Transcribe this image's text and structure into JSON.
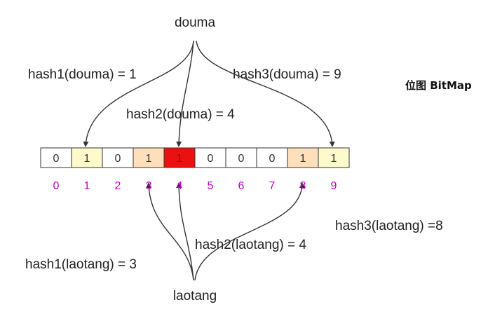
{
  "title": "位图 BitMap",
  "sources": {
    "top": "douma",
    "bottom": "laotang"
  },
  "hash_labels": {
    "douma_hash1": "hash1(douma) = 1",
    "douma_hash2": "hash2(douma) = 4",
    "douma_hash3": "hash3(douma) = 9",
    "laotang_hash1": "hash1(laotang) = 3",
    "laotang_hash2": "hash2(laotang) = 4",
    "laotang_hash3": "hash3(laotang) =8"
  },
  "bitmap": {
    "cells": [
      {
        "index": "0",
        "value": "0",
        "fill": "#ffffff"
      },
      {
        "index": "1",
        "value": "1",
        "fill": "#fdfacc"
      },
      {
        "index": "2",
        "value": "0",
        "fill": "#ffffff"
      },
      {
        "index": "3",
        "value": "1",
        "fill": "#fde0bb"
      },
      {
        "index": "4",
        "value": "1",
        "fill": "#ec1010"
      },
      {
        "index": "5",
        "value": "0",
        "fill": "#ffffff"
      },
      {
        "index": "6",
        "value": "0",
        "fill": "#ffffff"
      },
      {
        "index": "7",
        "value": "0",
        "fill": "#ffffff"
      },
      {
        "index": "8",
        "value": "1",
        "fill": "#fde0bb"
      },
      {
        "index": "9",
        "value": "1",
        "fill": "#fdfacc"
      }
    ]
  },
  "colors": {
    "index_label": "#c000c0",
    "arrow": "#333333",
    "cell_border": "#333333"
  }
}
